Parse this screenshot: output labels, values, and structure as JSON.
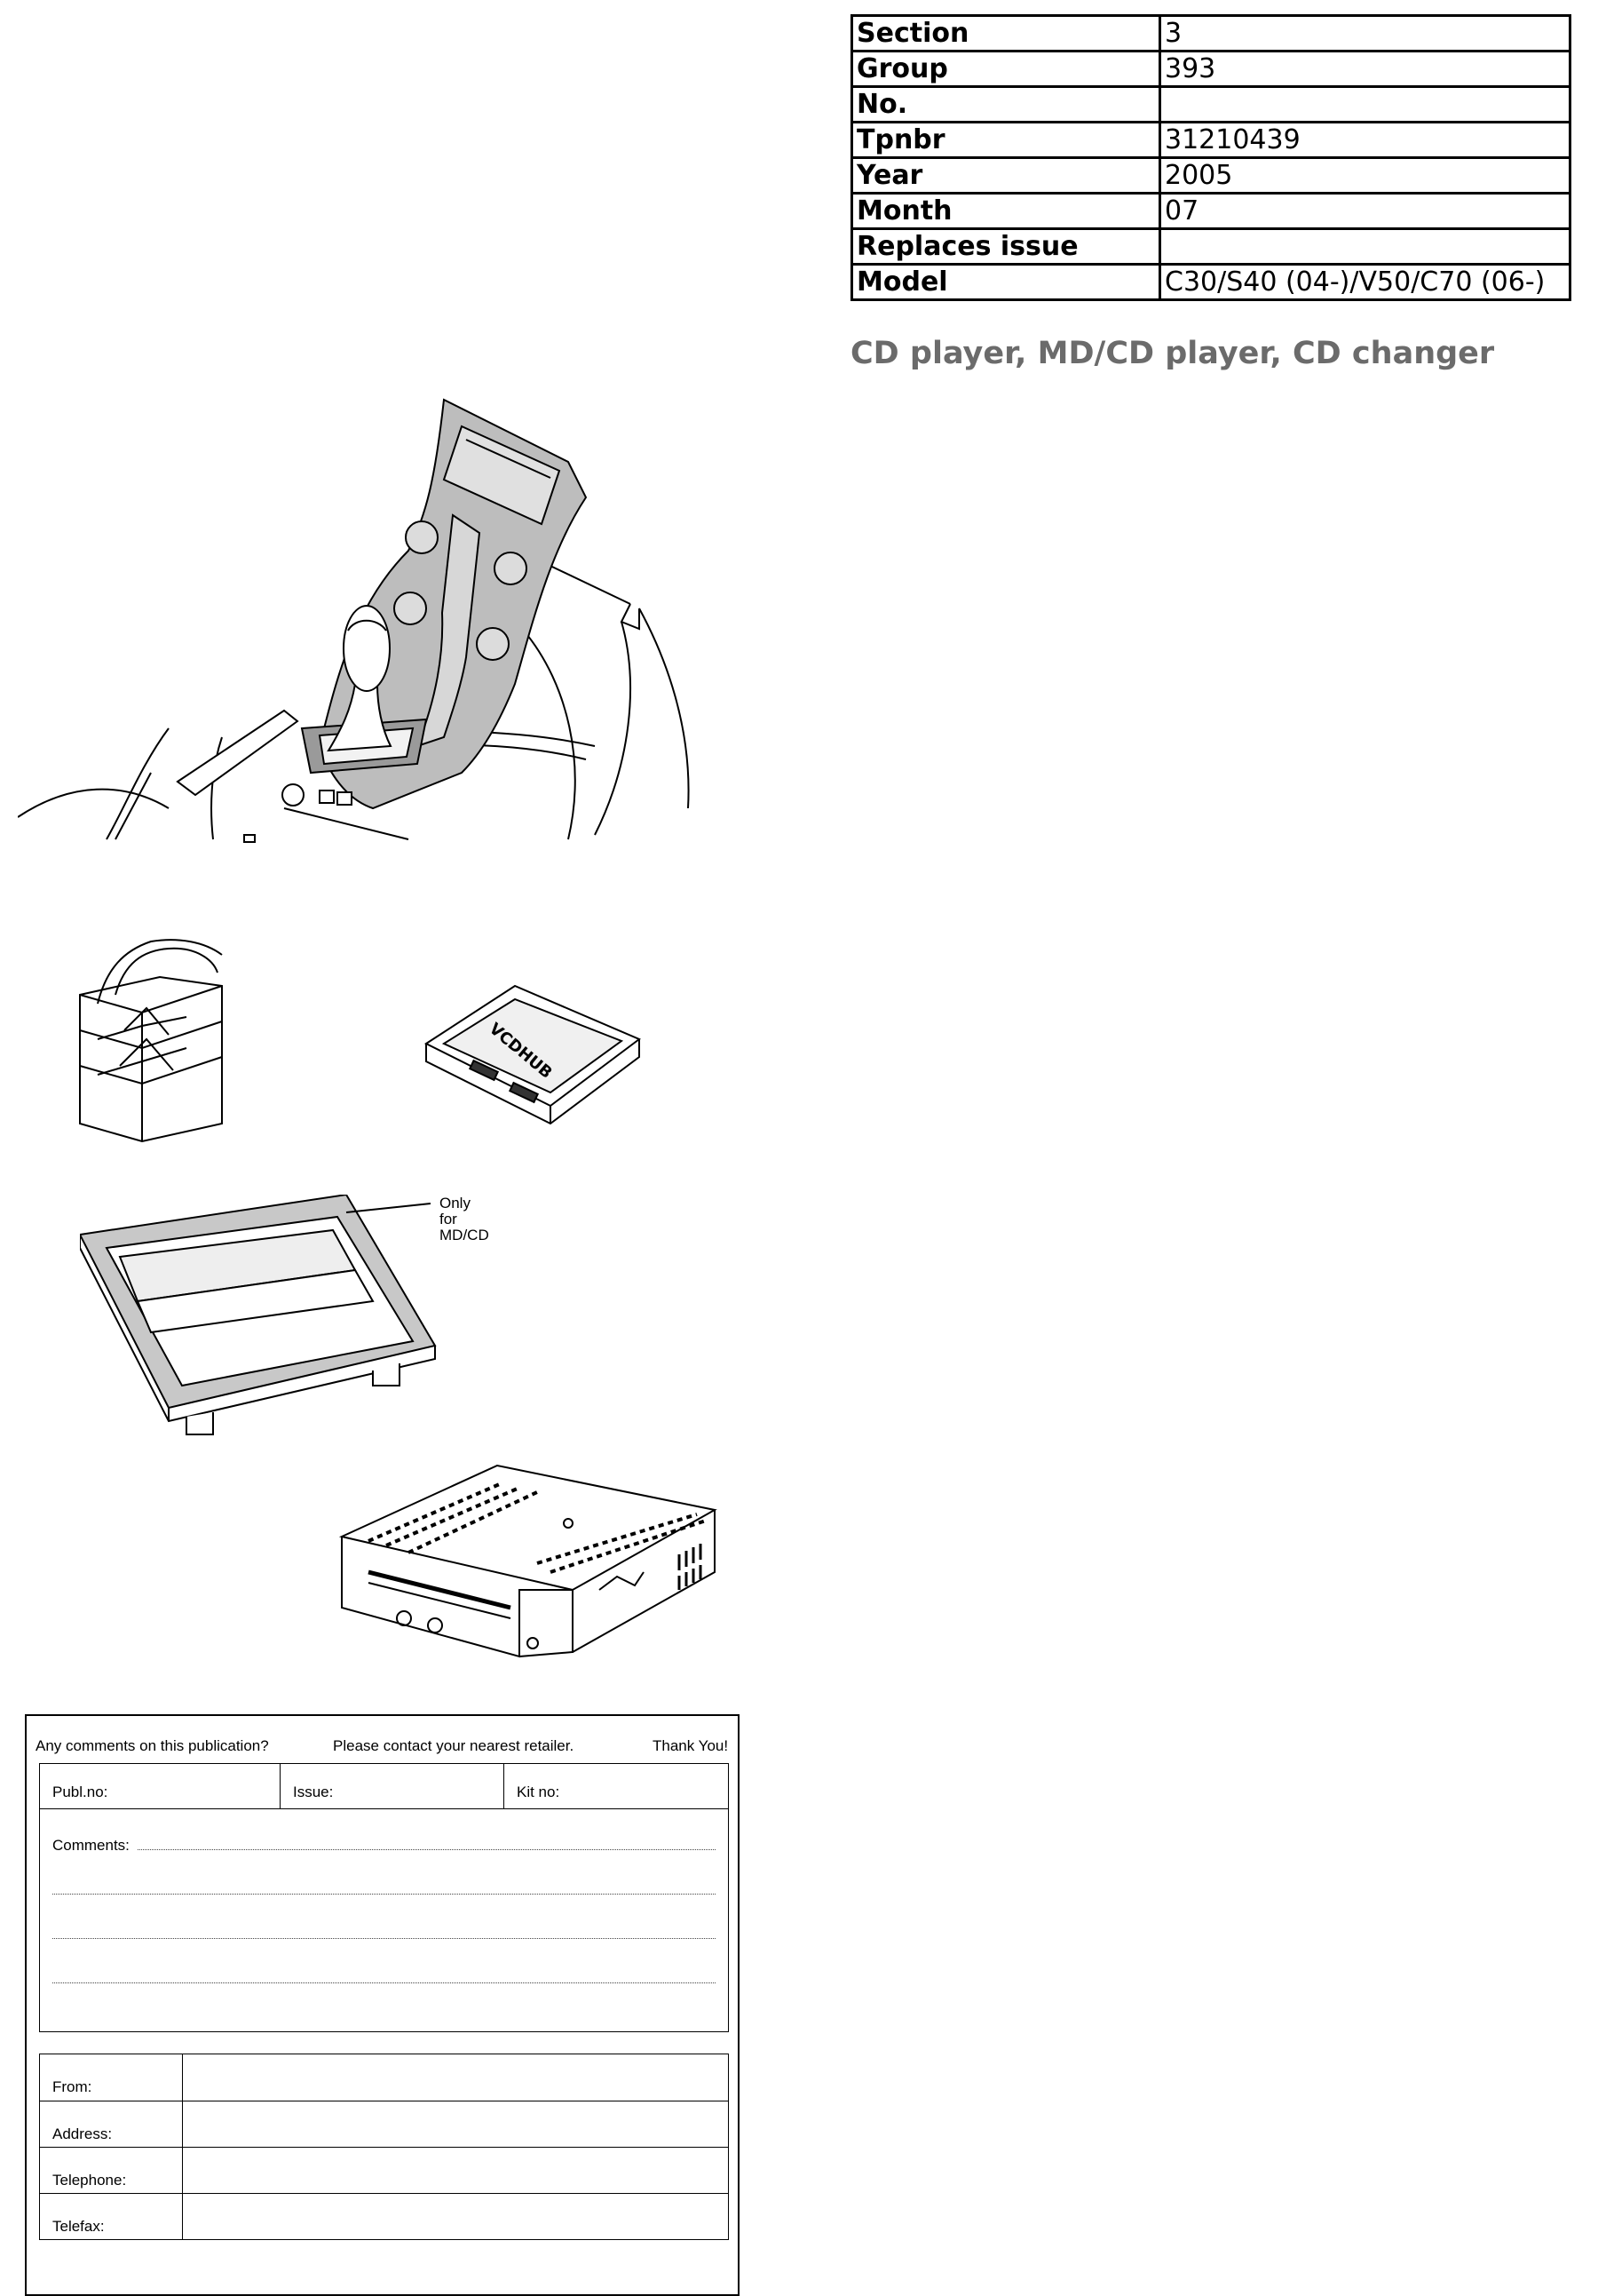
{
  "info_table": {
    "rows": [
      {
        "label": "Section",
        "value": "3"
      },
      {
        "label": "Group",
        "value": "393"
      },
      {
        "label": "No.",
        "value": ""
      },
      {
        "label": "Tpnbr",
        "value": "31210439"
      },
      {
        "label": "Year",
        "value": "2005"
      },
      {
        "label": "Month",
        "value": "07"
      },
      {
        "label": "Replaces issue",
        "value": ""
      },
      {
        "label": "Model",
        "value": "C30/S40 (04-)/V50/C70 (06-)"
      }
    ]
  },
  "title": "CD player, MD/CD player, CD changer",
  "illustrations": {
    "console": {
      "name": "center-console"
    },
    "toolbox": {
      "name": "toolbox"
    },
    "vida": {
      "name": "vida-unit",
      "label": "VCDHUB"
    },
    "panel": {
      "name": "cd-panel",
      "caption": [
        "Only",
        "for",
        "MD/CD"
      ]
    },
    "player": {
      "name": "cd-player-unit"
    }
  },
  "form": {
    "prompt": "Any comments on this publication?",
    "contact": "Please contact your nearest retailer.",
    "thanks": "Thank You!",
    "publ_no": "Publ.no:",
    "issue": "Issue:",
    "kit_no": "Kit no:",
    "comments": "Comments:",
    "fields": [
      "From:",
      "Address:",
      "Telephone:",
      "Telefax:"
    ]
  }
}
